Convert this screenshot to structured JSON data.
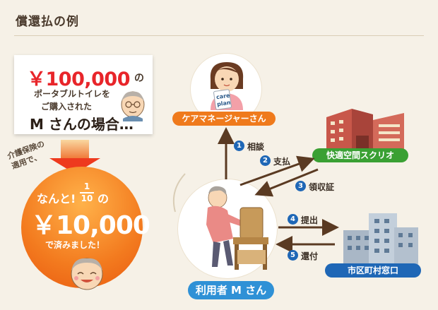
{
  "title": "償還払の例",
  "card": {
    "amount": "￥100,000",
    "amount_suffix": "の",
    "line1": "ポータブルトイレを",
    "line2": "ご購入された",
    "line3": "M さんの場合…"
  },
  "note": {
    "line1": "介護保険の",
    "line2": "適用で、"
  },
  "result": {
    "nanto": "なんと!",
    "frac_num": "1",
    "frac_den": "10",
    "no": "の",
    "amount": "￥10,000",
    "done": "で済みました！"
  },
  "nodes": {
    "care_plan_text1": "care",
    "care_plan_text2": "plan",
    "care_manager": "ケアマネージャーさん",
    "provider": "快適空間スクリオ",
    "municipal": "市区町村窓口",
    "user": "利用者 M さん"
  },
  "steps": [
    {
      "num": "1",
      "label": "相談"
    },
    {
      "num": "2",
      "label": "支払"
    },
    {
      "num": "3",
      "label": "領収証"
    },
    {
      "num": "4",
      "label": "提出"
    },
    {
      "num": "5",
      "label": "還付"
    }
  ],
  "colors": {
    "orange": "#ef7a1c",
    "green": "#3aa033",
    "blue": "#1f67b6",
    "red": "#e8252a",
    "arrow": "#5a3a22"
  }
}
